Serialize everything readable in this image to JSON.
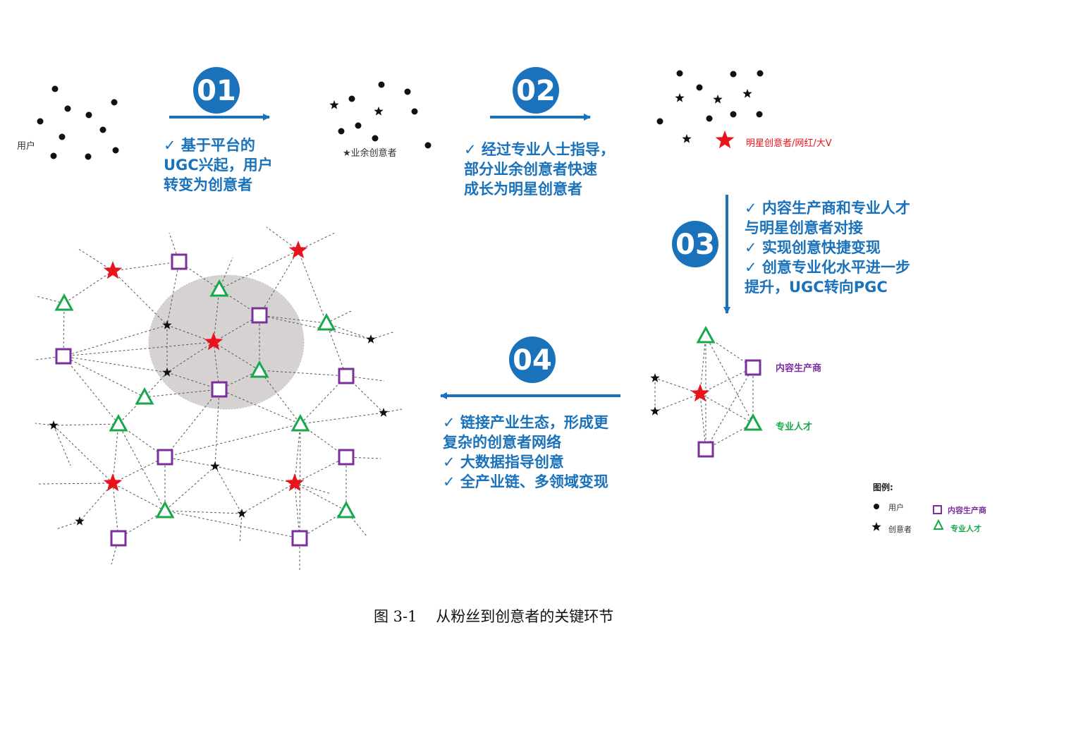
{
  "colors": {
    "accent_blue": "#1a72bb",
    "star_red": "#e8141c",
    "purple": "#7b2f9e",
    "green": "#18a84c",
    "dot_black": "#111111",
    "highlight_gray": "#cfcbcb"
  },
  "steps": [
    {
      "number": "01",
      "lines": [
        "✓ 基于平台的",
        "UGC兴起，用户",
        "转变为创意者"
      ]
    },
    {
      "number": "02",
      "lines": [
        "✓  经过专业人士指导，",
        "部分业余创意者快速",
        "成长为明星创意者"
      ]
    },
    {
      "number": "03",
      "lines": [
        "✓  内容生产商和专业人才",
        "与明星创意者对接",
        "✓  实现创意快捷变现",
        "✓  创意专业化水平进一步",
        "提升，UGC转向PGC"
      ]
    },
    {
      "number": "04",
      "lines": [
        "✓  链接产业生态，形成更",
        "复杂的创意者网络",
        "✓ 大数据指导创意",
        "✓ 全产业链、多领域变现"
      ]
    }
  ],
  "labels": {
    "users": "用户",
    "amateur_creators": "★业余创意者",
    "star_creators": "明星创意者/网红/大V",
    "content_producer": "内容生产商",
    "professional_talent": "专业人才"
  },
  "legend": {
    "title": "图例:",
    "items": [
      {
        "icon": "dot-icon",
        "label": "用户"
      },
      {
        "icon": "star-icon",
        "label": "创意者"
      },
      {
        "icon": "square-icon",
        "label": "内容生产商"
      },
      {
        "icon": "triangle-icon",
        "label": "专业人才"
      }
    ]
  },
  "caption": "图 3-1    从粉丝到创意者的关键环节"
}
